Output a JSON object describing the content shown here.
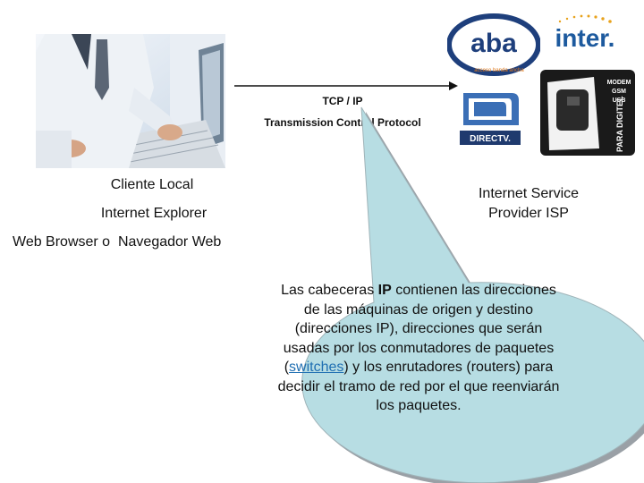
{
  "connection": {
    "line1": "TCP / IP",
    "line2": "Transmission Control Protocol"
  },
  "client": {
    "title": "Cliente Local",
    "app": "Internet Explorer",
    "description": "Web Browser o  Navegador Web"
  },
  "isp": {
    "line1": "Internet Service",
    "line2": "Provider ISP"
  },
  "logos": {
    "aba": "aba",
    "aba_tagline": "acceso banda ancha",
    "inter": "inter.",
    "directv": "DIRECTV.",
    "modem_lines": [
      "MODEM",
      "GSM",
      "USB"
    ],
    "modem_side": "PARA DIGITEL"
  },
  "callout": {
    "seg1": "Las cabeceras ",
    "kw": "IP",
    "seg2": " contienen las direcciones de las máquinas de origen y destino (direcciones IP), direcciones que serán usadas por los conmutadores de paquetes (",
    "link": "switches",
    "seg3": ") y los enrutadores (routers) para decidir el tramo de red por el que reenviarán los paquetes."
  },
  "colors": {
    "callout_fill": "#b7dde3",
    "callout_shadow": "#9aa0a6",
    "aba_blue": "#1e3f7c",
    "inter_blue": "#1d5a9e",
    "link": "#1f6fb2"
  }
}
